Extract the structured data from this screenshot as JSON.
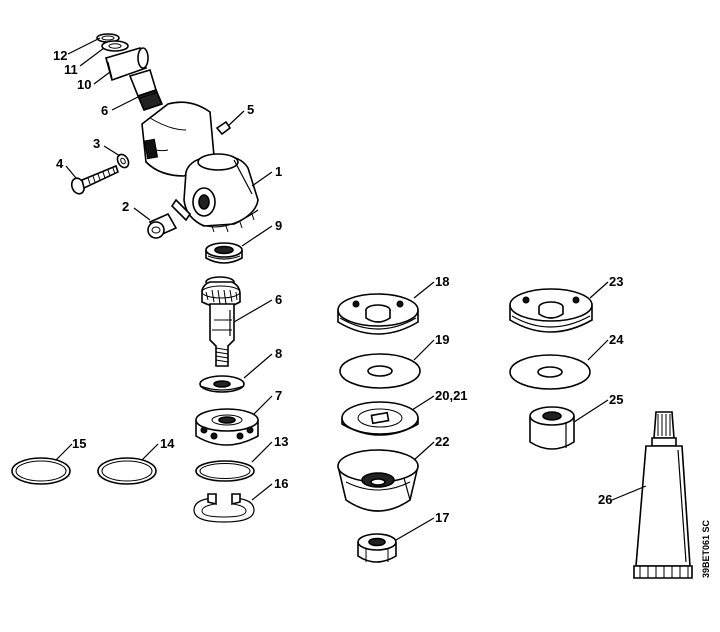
{
  "diagram": {
    "drawing_code": "39BET061 SC",
    "parts": [
      {
        "id": "p1",
        "label": "1"
      },
      {
        "id": "p2",
        "label": "2"
      },
      {
        "id": "p3",
        "label": "3"
      },
      {
        "id": "p4",
        "label": "4"
      },
      {
        "id": "p5",
        "label": "5"
      },
      {
        "id": "p6a",
        "label": "6"
      },
      {
        "id": "p6b",
        "label": "6"
      },
      {
        "id": "p7",
        "label": "7"
      },
      {
        "id": "p8",
        "label": "8"
      },
      {
        "id": "p9",
        "label": "9"
      },
      {
        "id": "p10",
        "label": "10"
      },
      {
        "id": "p11",
        "label": "11"
      },
      {
        "id": "p12",
        "label": "12"
      },
      {
        "id": "p13",
        "label": "13"
      },
      {
        "id": "p14",
        "label": "14"
      },
      {
        "id": "p15",
        "label": "15"
      },
      {
        "id": "p16",
        "label": "16"
      },
      {
        "id": "p17",
        "label": "17"
      },
      {
        "id": "p18",
        "label": "18"
      },
      {
        "id": "p19",
        "label": "19"
      },
      {
        "id": "p2021",
        "label": "20,21"
      },
      {
        "id": "p22",
        "label": "22"
      },
      {
        "id": "p23",
        "label": "23"
      },
      {
        "id": "p24",
        "label": "24"
      },
      {
        "id": "p25",
        "label": "25"
      },
      {
        "id": "p26",
        "label": "26"
      }
    ]
  }
}
